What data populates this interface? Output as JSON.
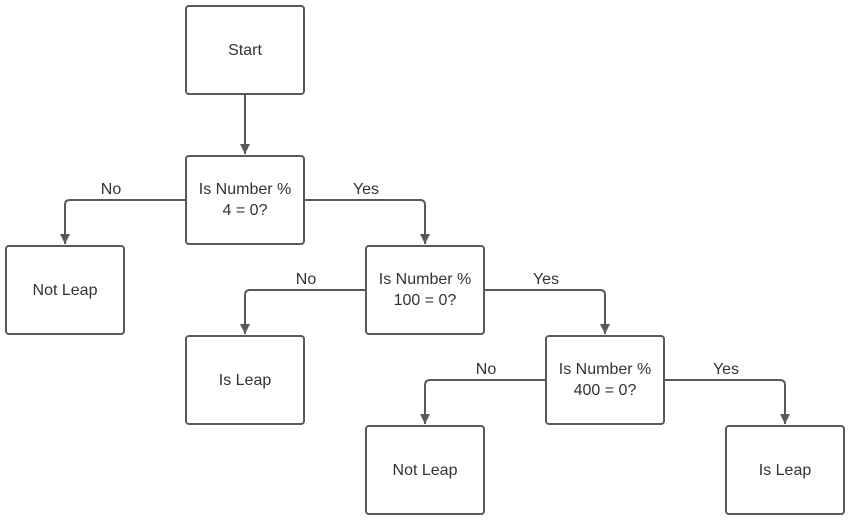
{
  "colors": {
    "stroke": "#595959",
    "text": "#333333",
    "background": "#ffffff"
  },
  "nodes": {
    "start": "Start",
    "div4": "Is Number %\n4 = 0?",
    "div100": "Is Number %\n100 = 0?",
    "div400": "Is Number %\n400 = 0?",
    "not_leap_1": "Not Leap",
    "is_leap_1": "Is Leap",
    "not_leap_2": "Not Leap",
    "is_leap_2": "Is Leap"
  },
  "edge_labels": {
    "div4_no": "No",
    "div4_yes": "Yes",
    "div100_no": "No",
    "div100_yes": "Yes",
    "div400_no": "No",
    "div400_yes": "Yes"
  }
}
